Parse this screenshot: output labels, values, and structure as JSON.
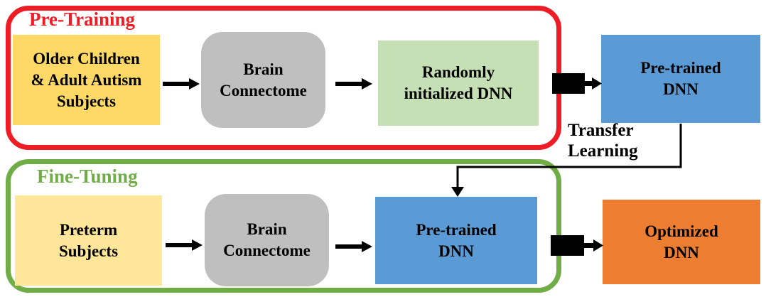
{
  "pretraining": {
    "label": "Pre-Training",
    "subjects": "Older Children\n& Adult Autism\nSubjects",
    "connectome": "Brain\nConnectome",
    "random_dnn": "Randomly\ninitialized DNN",
    "pretrained_dnn": "Pre-trained\nDNN"
  },
  "transfer": {
    "label": "Transfer\nLearning"
  },
  "finetuning": {
    "label": "Fine-Tuning",
    "subjects": "Preterm\nSubjects",
    "connectome": "Brain\nConnectome",
    "pretrained_dnn": "Pre-trained\nDNN",
    "optimized_dnn": "Optimized\nDNN"
  },
  "colors": {
    "frame_red": "#ee1c24",
    "frame_green": "#70ad47",
    "gold": "#ffd966",
    "light_yellow": "#ffe699",
    "gray": "#bfbfbf",
    "light_green": "#c5e0b4",
    "blue": "#5b9bd5",
    "orange": "#ed7d31",
    "arrow_black": "#000000"
  }
}
